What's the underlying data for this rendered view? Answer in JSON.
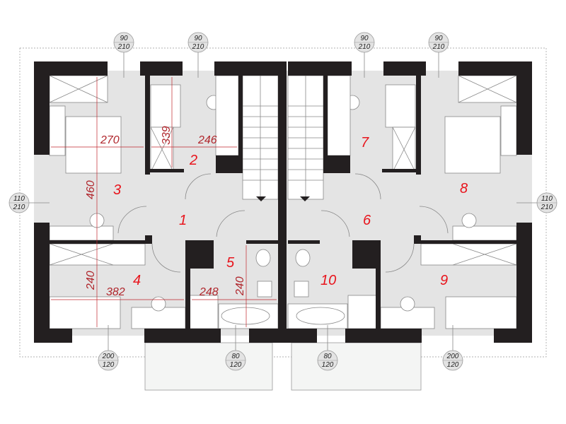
{
  "rooms": [
    "1",
    "2",
    "3",
    "4",
    "5",
    "6",
    "7",
    "8",
    "9",
    "10"
  ],
  "dimensions": {
    "room3_width": "270",
    "room3_length": "460",
    "room2_length": "339",
    "room2_width": "246",
    "room4_length": "240",
    "room4_width": "382",
    "room5_width": "248",
    "room5_length": "240"
  },
  "openings": {
    "top_window_1": {
      "w": "90",
      "h": "210"
    },
    "top_window_2": {
      "w": "90",
      "h": "210"
    },
    "top_window_3": {
      "w": "90",
      "h": "210"
    },
    "top_window_4": {
      "w": "90",
      "h": "210"
    },
    "left_door": {
      "w": "110",
      "h": "210"
    },
    "right_door": {
      "w": "110",
      "h": "210"
    },
    "bottom_window_1": {
      "w": "200",
      "h": "120"
    },
    "bottom_window_2": {
      "w": "80",
      "h": "120"
    },
    "bottom_window_3": {
      "w": "80",
      "h": "120"
    },
    "bottom_window_4": {
      "w": "200",
      "h": "120"
    }
  }
}
